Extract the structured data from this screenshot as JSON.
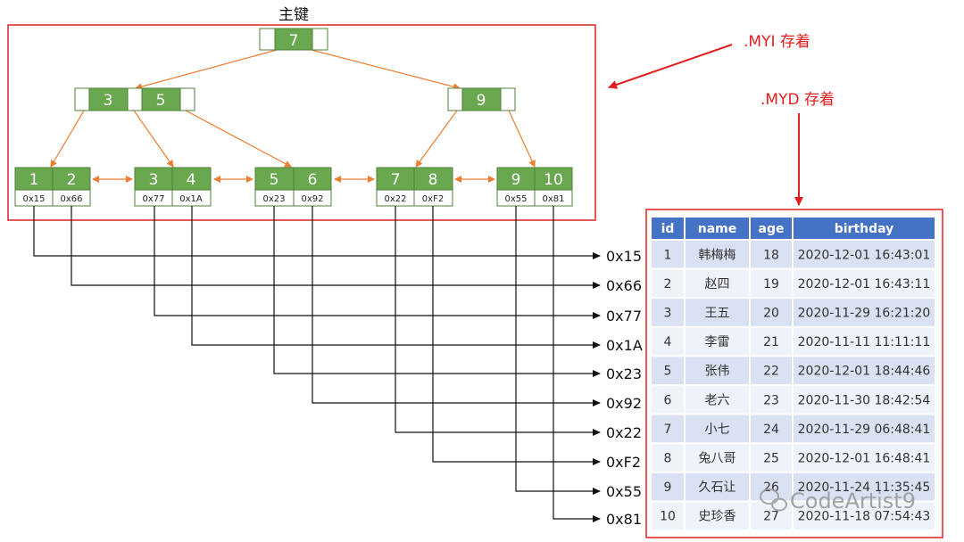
{
  "labels": {
    "primary_key": "主键",
    "myi": ".MYI 存着",
    "myd": ".MYD 存着",
    "watermark": "CodeArtist9"
  },
  "tree": {
    "root": [
      "7"
    ],
    "level2": [
      [
        "3",
        "5"
      ],
      [
        "9"
      ]
    ],
    "leaves": [
      {
        "keys": [
          "1",
          "2"
        ],
        "addrs": [
          "0x15",
          "0x66"
        ]
      },
      {
        "keys": [
          "3",
          "4"
        ],
        "addrs": [
          "0x77",
          "0x1A"
        ]
      },
      {
        "keys": [
          "5",
          "6"
        ],
        "addrs": [
          "0x23",
          "0x92"
        ]
      },
      {
        "keys": [
          "7",
          "8"
        ],
        "addrs": [
          "0x22",
          "0xF2"
        ]
      },
      {
        "keys": [
          "9",
          "10"
        ],
        "addrs": [
          "0x55",
          "0x81"
        ]
      }
    ]
  },
  "addresses": [
    "0x15",
    "0x66",
    "0x77",
    "0x1A",
    "0x23",
    "0x92",
    "0x22",
    "0xF2",
    "0x55",
    "0x81"
  ],
  "table": {
    "headers": [
      "id",
      "name",
      "age",
      "birthday"
    ],
    "rows": [
      [
        "1",
        "韩梅梅",
        "18",
        "2020-12-01 16:43:01"
      ],
      [
        "2",
        "赵四",
        "19",
        "2020-12-01 16:43:11"
      ],
      [
        "3",
        "王五",
        "20",
        "2020-11-29 16:21:20"
      ],
      [
        "4",
        "李雷",
        "21",
        "2020-11-11 11:11:11"
      ],
      [
        "5",
        "张伟",
        "22",
        "2020-12-01 18:44:46"
      ],
      [
        "6",
        "老六",
        "23",
        "2020-11-30 18:42:54"
      ],
      [
        "7",
        "小七",
        "24",
        "2020-11-29 06:48:41"
      ],
      [
        "8",
        "兔八哥",
        "25",
        "2020-12-01 16:48:41"
      ],
      [
        "9",
        "久石让",
        "26",
        "2020-11-24 11:35:45"
      ],
      [
        "10",
        "史珍香",
        "27",
        "2020-11-18 07:54:43"
      ]
    ]
  },
  "colors": {
    "node_green": "#6aa84f",
    "node_border": "#4f7f38",
    "tree_edge": "#ed7d31",
    "highlight_red": "#e02020",
    "table_header": "#4472c4",
    "row_odd": "#d9e1f2",
    "row_even": "#eef2f9"
  }
}
